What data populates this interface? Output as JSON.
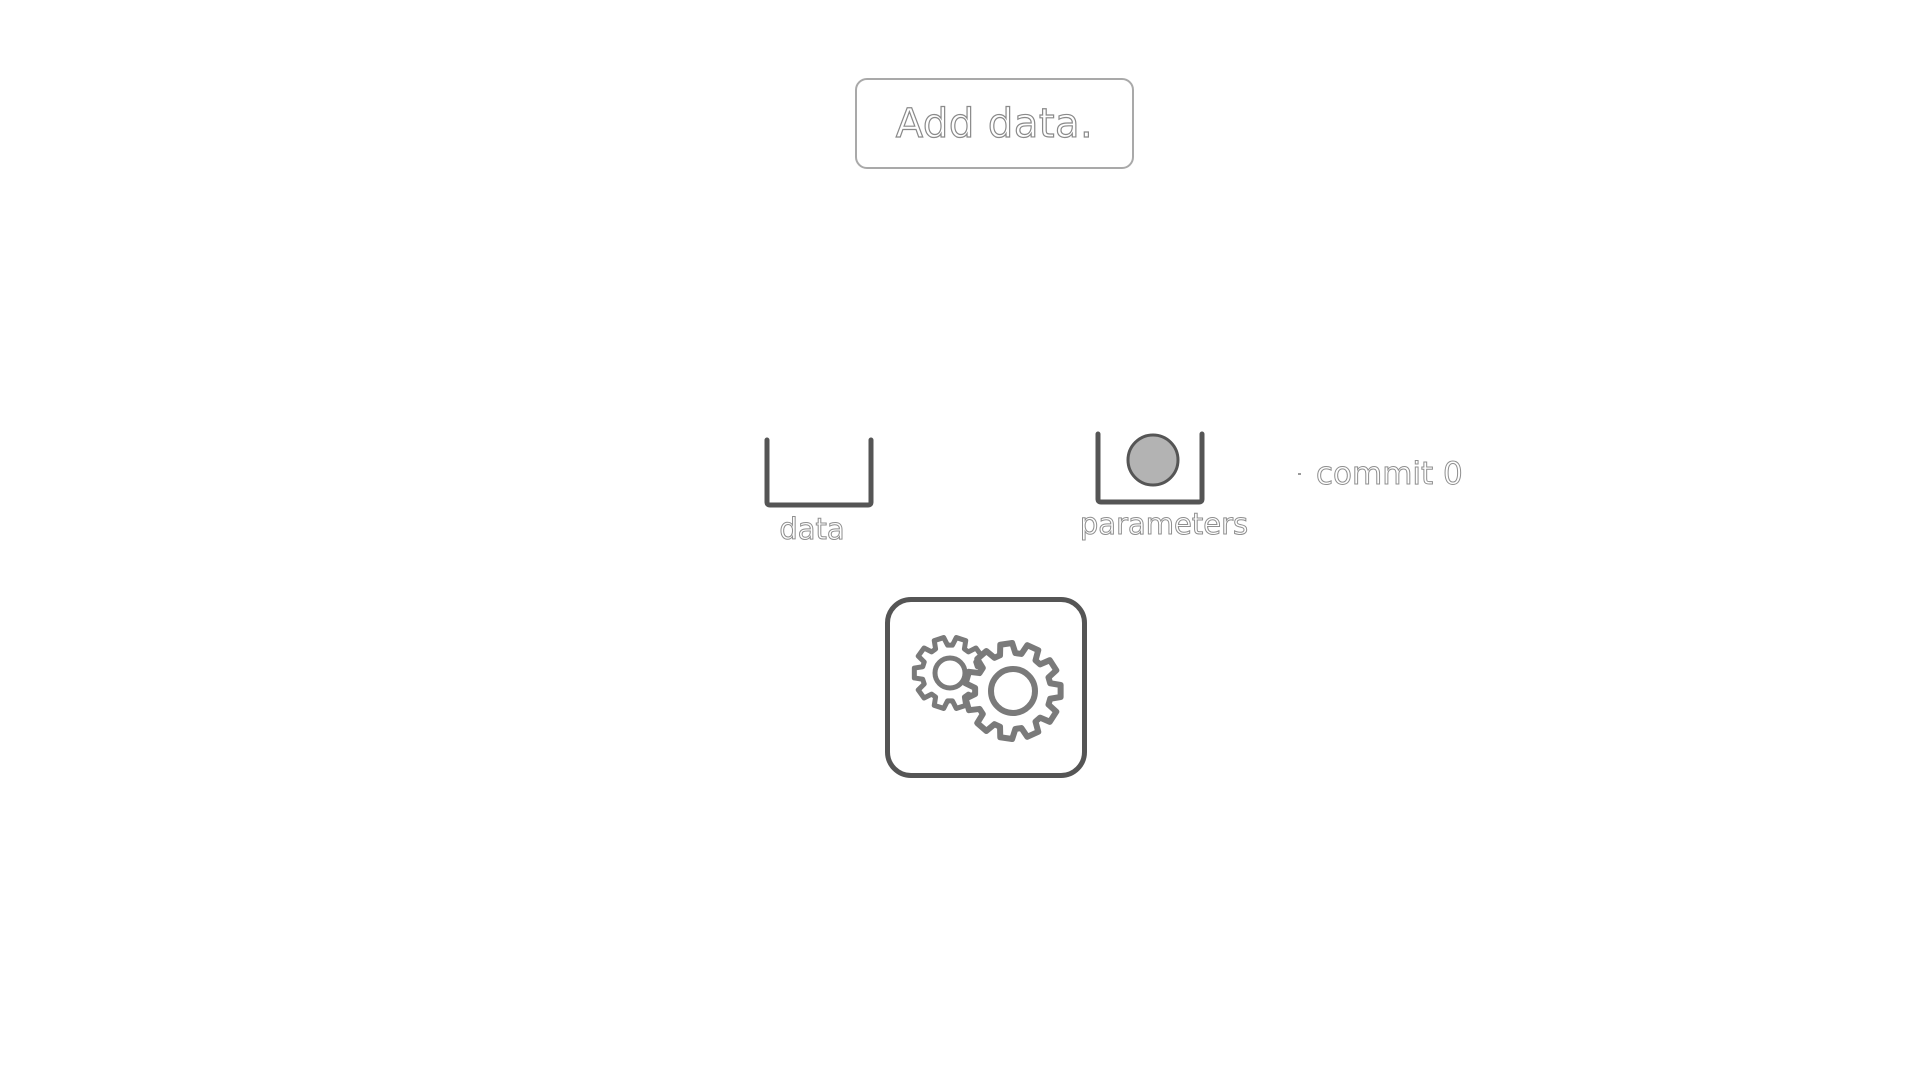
{
  "toolbar": {
    "add_data_label": "Add data."
  },
  "buckets": {
    "data": {
      "label": "data",
      "item_count": 0
    },
    "parameters": {
      "label": "parameters",
      "item_count": 1
    }
  },
  "commit": {
    "label": "commit 0"
  },
  "process": {
    "icon": "gears-icon"
  },
  "colors": {
    "outline": "#555555",
    "text_outline": "#8f8f8f",
    "ball_fill": "#b3b3b3",
    "button_border": "#a9a9a9",
    "gear": "#7a7a7a"
  }
}
